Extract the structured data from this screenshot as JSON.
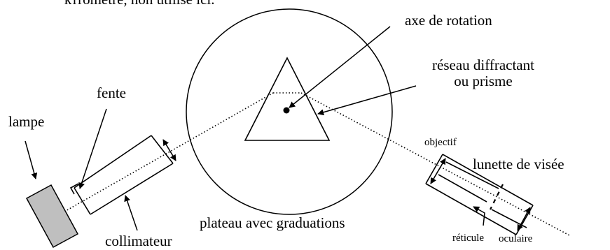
{
  "header": {
    "cut_text": "ктromètre, non utilisé ici."
  },
  "labels": {
    "axe_rotation": "axe de rotation",
    "reseau_line1": "réseau diffractant",
    "reseau_line2": "ou prisme",
    "fente": "fente",
    "lampe": "lampe",
    "collimateur": "collimateur",
    "plateau": "plateau avec graduations",
    "objectif": "objectif",
    "lunette": "lunette de visée",
    "reticule": "réticule",
    "oculaire": "oculaire"
  },
  "colors": {
    "stroke": "#000000",
    "lamp_fill": "#bfbfbf"
  }
}
